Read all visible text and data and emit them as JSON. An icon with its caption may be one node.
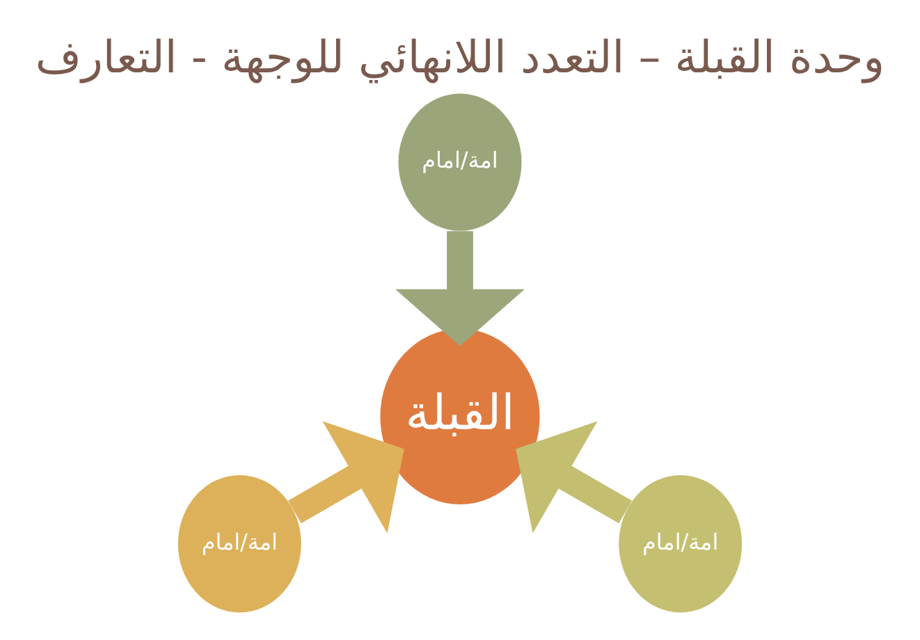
{
  "diagram": {
    "title": "وحدة القبلة – التعدد اللانهائي للوجهة - التعارف",
    "nodes": [
      {
        "text": [
          "امة/امام"
        ]
      },
      {
        "text": [
          "القبلة"
        ]
      },
      {
        "text": [
          "امة/امام"
        ]
      },
      {
        "text": [
          "امة/امام"
        ]
      }
    ],
    "edges": [
      {
        "from": 0,
        "to": 1,
        "arrow": "to",
        "color": "#9ca67b"
      },
      {
        "from": 2,
        "to": 1,
        "arrow": "to",
        "color": "#ddb25a"
      },
      {
        "from": 3,
        "to": 1,
        "arrow": "to",
        "color": "#c4be71"
      }
    ]
  }
}
